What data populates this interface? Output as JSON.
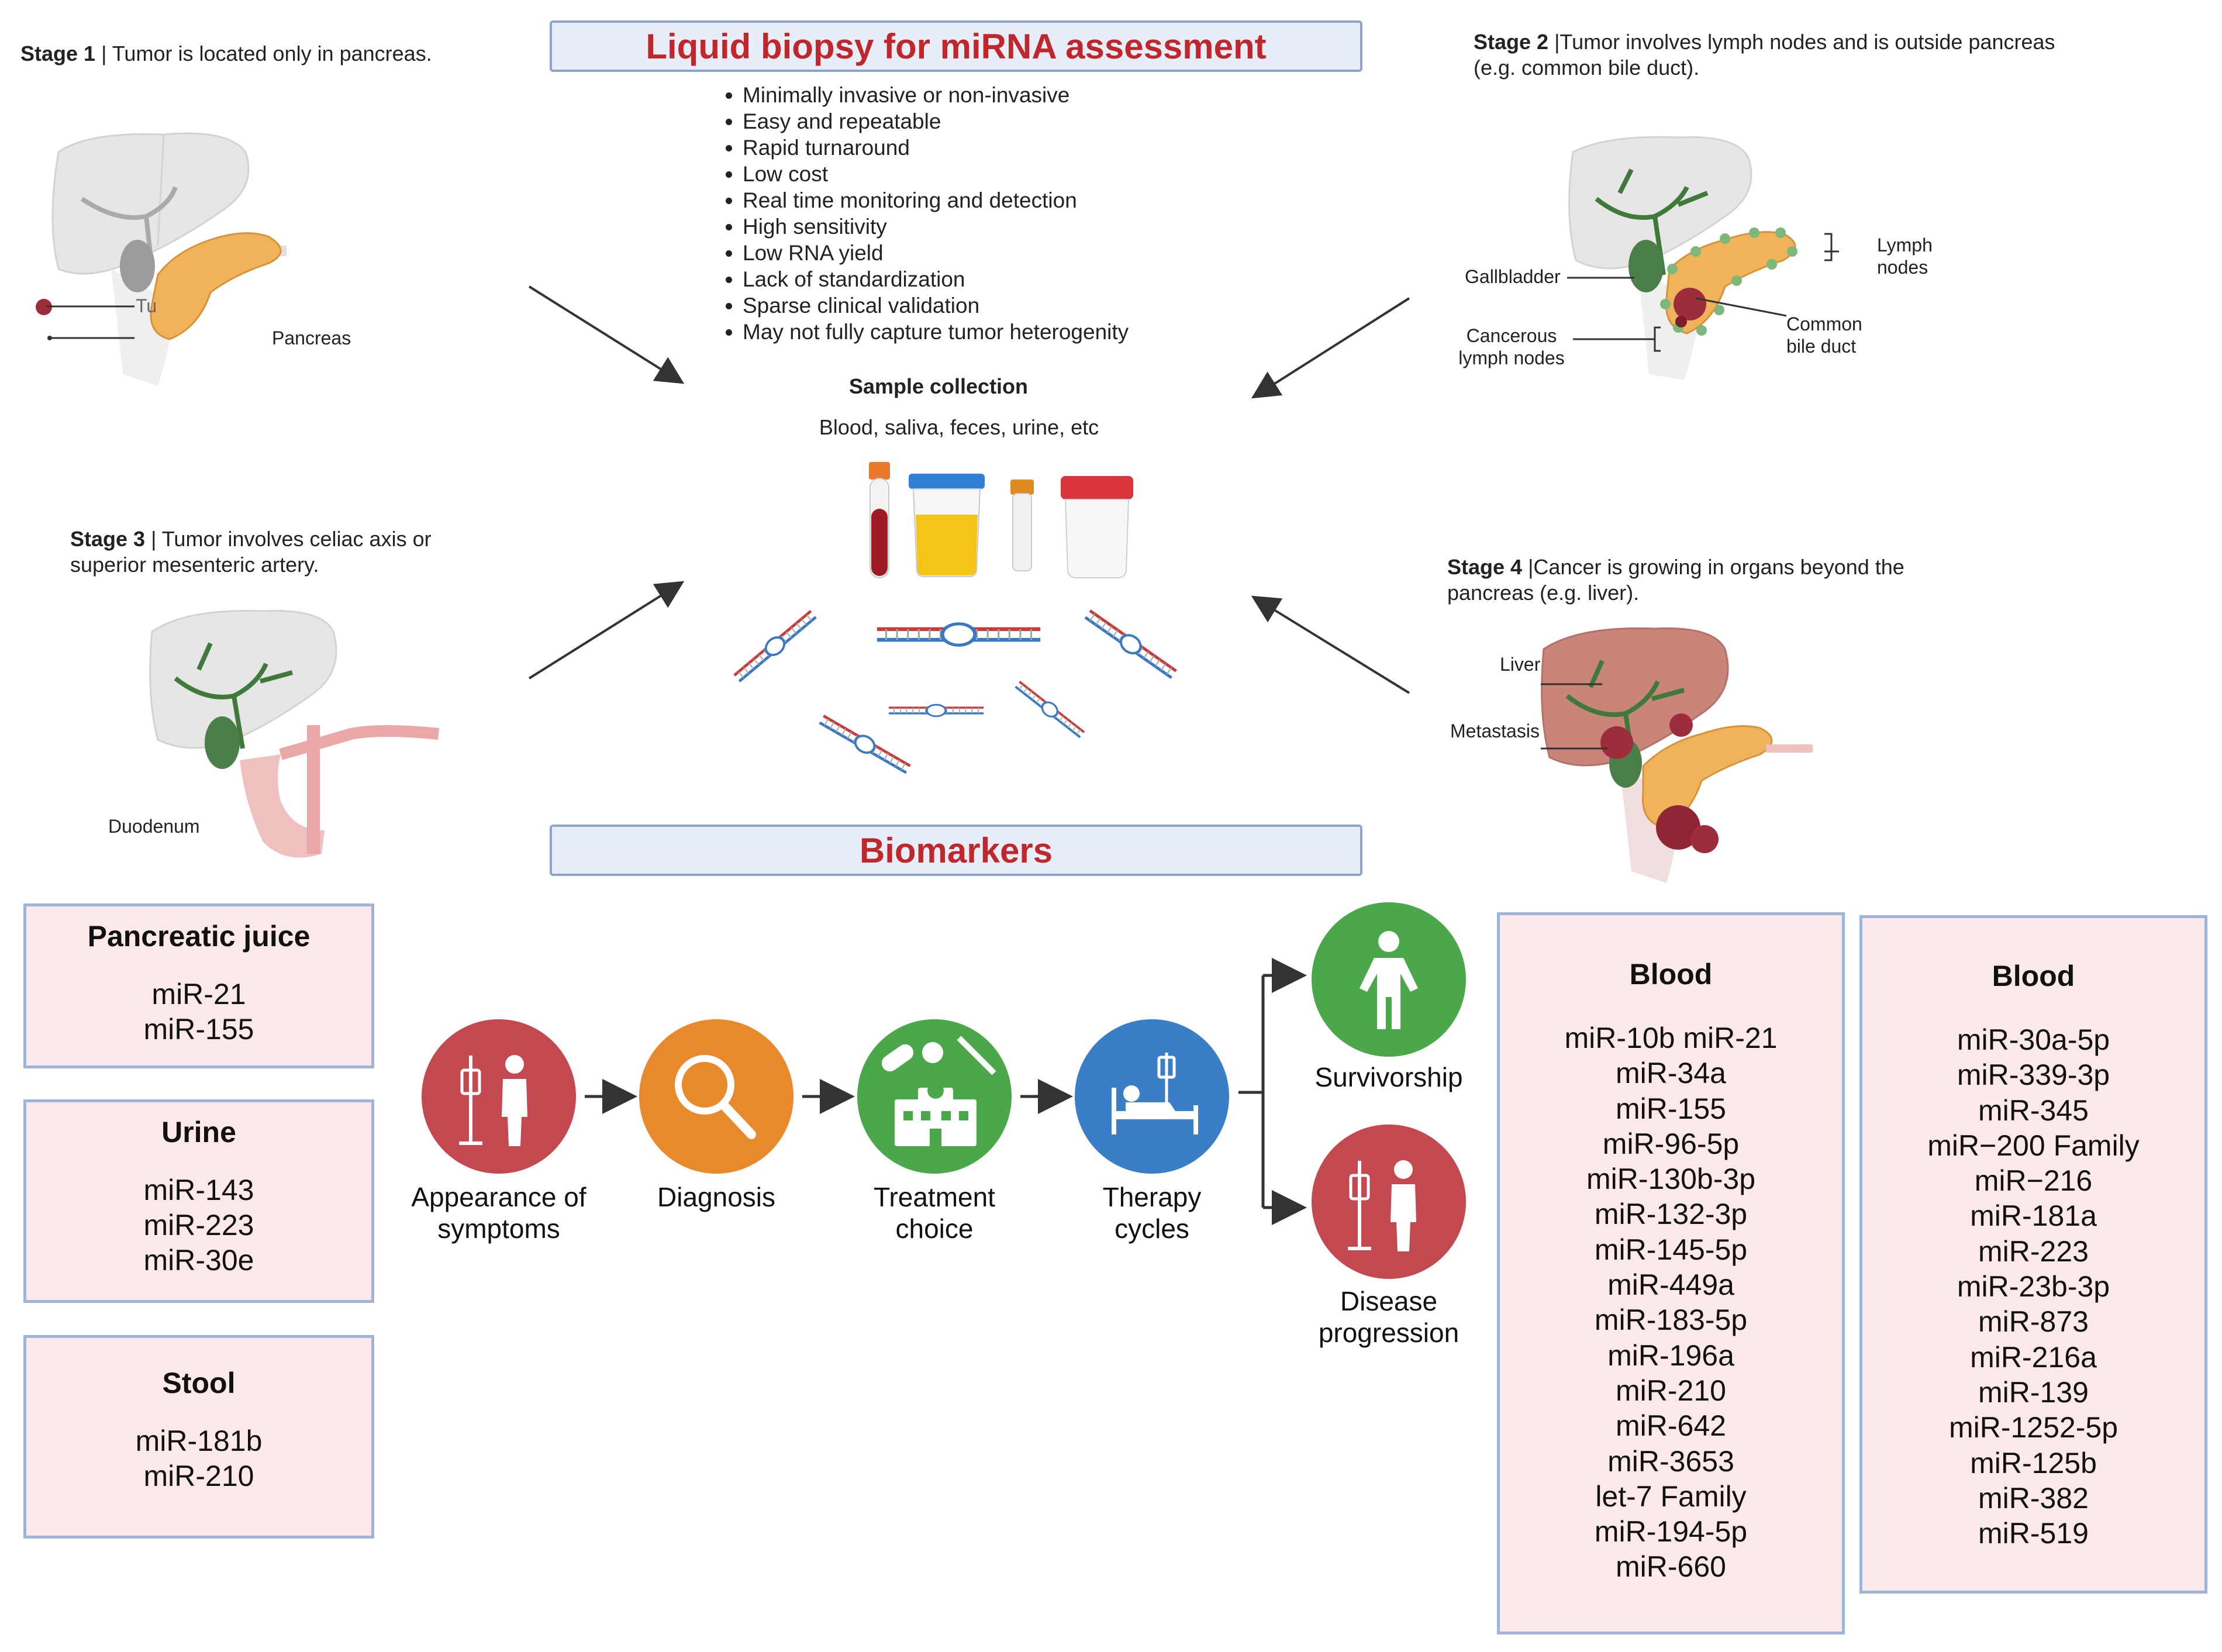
{
  "header": {
    "title": "Liquid biopsy for miRNA assessment",
    "advantages": [
      "Minimally invasive or non-invasive",
      "Easy and repeatable",
      "Rapid turnaround",
      "Low cost",
      "Real time monitoring and detection",
      "High sensitivity",
      "Low RNA yield",
      "Lack of standardization",
      "Sparse clinical validation",
      "May not fully capture tumor heterogenity"
    ]
  },
  "sample": {
    "title": "Sample collection",
    "types": "Blood, saliva, feces, urine, etc"
  },
  "stages": {
    "s1": {
      "label": "Stage 1",
      "text": "Tumor is located only in pancreas.",
      "organ": "Pancreas",
      "tumor_label": "Tu"
    },
    "s2": {
      "label": "Stage 2",
      "text": "Tumor involves lymph nodes and is outside pancreas (e.g. common bile duct).",
      "labels": {
        "gallbladder": "Gallbladder",
        "lymph": "Lymph nodes",
        "cancerous": "Cancerous lymph nodes",
        "bileduct": "Common bile duct"
      }
    },
    "s3": {
      "label": "Stage 3",
      "text": "Tumor involves celiac axis or superior mesenteric artery.",
      "organ": "Duodenum"
    },
    "s4": {
      "label": "Stage 4",
      "text": "Cancer is growing in organs beyond the pancreas (e.g. liver).",
      "labels": {
        "liver": "Liver",
        "metastasis": "Metastasis"
      }
    }
  },
  "biomarkers": {
    "title": "Biomarkers",
    "pancreatic_juice": {
      "title": "Pancreatic juice",
      "items": [
        "miR-21",
        "miR-155"
      ]
    },
    "urine": {
      "title": "Urine",
      "items": [
        "miR-143",
        "miR-223",
        "miR-30e"
      ]
    },
    "stool": {
      "title": "Stool",
      "items": [
        "miR-181b",
        "miR-210"
      ]
    },
    "blood1": {
      "title": "Blood",
      "items": [
        "miR-10b miR-21",
        "miR-34a",
        "miR-155",
        "miR-96-5p",
        "miR-130b-3p",
        "miR-132-3p",
        "miR-145-5p",
        "miR-449a",
        "miR-183-5p",
        "miR-196a",
        "miR-210",
        "miR-642",
        "miR-3653",
        "let-7 Family",
        "miR-194-5p",
        "miR-660"
      ]
    },
    "blood2": {
      "title": "Blood",
      "items": [
        "miR-30a-5p",
        "miR-339-3p",
        "miR-345",
        "miR−200 Family",
        "miR−216",
        "miR-181a",
        "miR-223",
        "miR-23b-3p",
        "miR-873",
        "miR-216a",
        "miR-139",
        "miR-1252-5p",
        "miR-125b",
        "miR-382",
        "miR-519"
      ]
    }
  },
  "journey": {
    "steps": [
      {
        "label": "Appearance of symptoms",
        "color": "#c4484f"
      },
      {
        "label": "Diagnosis",
        "color": "#e8892b"
      },
      {
        "label": "Treatment choice",
        "color": "#4aa84a"
      },
      {
        "label": "Therapy cycles",
        "color": "#3a7ec8"
      }
    ],
    "outcomes": [
      {
        "label": "Survivorship",
        "color": "#4aa84a"
      },
      {
        "label": "Disease progression",
        "color": "#c4484f"
      }
    ]
  },
  "colors": {
    "title_red": "#c0272d",
    "box_border": "#9fb4da",
    "box_fill": "#fde9ea",
    "pancreas": "#f0b35a",
    "liver_grey": "#e4e4e4",
    "liver_red": "#c9857a",
    "bile": "#3f7a3a"
  }
}
